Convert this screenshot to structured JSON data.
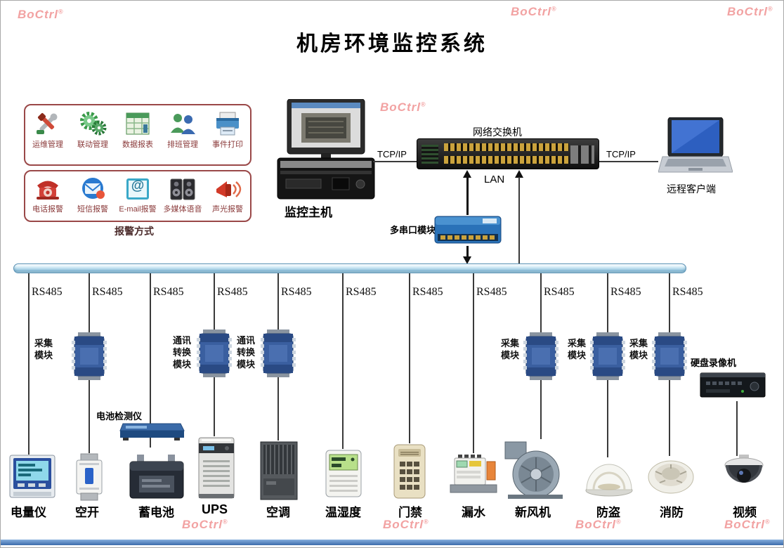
{
  "title": "机房环境监控系统",
  "watermark": {
    "text": "BoCtrl",
    "reg": "®"
  },
  "management_panel": {
    "items": [
      {
        "label": "运维管理"
      },
      {
        "label": "联动管理"
      },
      {
        "label": "数据报表"
      },
      {
        "label": "排班管理"
      },
      {
        "label": "事件打印"
      }
    ]
  },
  "alarm_panel": {
    "caption": "报警方式",
    "email_at": "@",
    "items": [
      {
        "label": "电话报警"
      },
      {
        "label": "短信报警"
      },
      {
        "label": "E-mail报警"
      },
      {
        "label": "多媒体语音"
      },
      {
        "label": "声光报警"
      }
    ]
  },
  "network": {
    "monitor_host": "监控主机",
    "switch": "网络交换机",
    "remote_client": "远程客户端",
    "serial_module": "多串口模块",
    "tcp_left": "TCP/IP",
    "tcp_right": "TCP/IP",
    "lan": "LAN",
    "dvr": "硬盘录像机",
    "battery_tester": "电池检测仪"
  },
  "branches": [
    {
      "rs": "RS485",
      "device": "电量仪"
    },
    {
      "rs": "RS485",
      "module": "采集模块",
      "device": "空开"
    },
    {
      "rs": "RS485",
      "device": "蓄电池"
    },
    {
      "rs": "RS485",
      "module": "通讯转换模块",
      "device": "UPS"
    },
    {
      "rs": "RS485",
      "module": "通讯转换模块",
      "device": "空调"
    },
    {
      "rs": "RS485",
      "device": "温湿度"
    },
    {
      "rs": "RS485",
      "device": "门禁"
    },
    {
      "rs": "RS485",
      "device": "漏水"
    },
    {
      "rs": "RS485",
      "module": "采集模块",
      "device": "新风机"
    },
    {
      "rs": "RS485",
      "module": "采集模块",
      "device": "防盗"
    },
    {
      "rs": "RS485",
      "module": "采集模块",
      "device": "消防"
    },
    {
      "device": "视频"
    }
  ]
}
